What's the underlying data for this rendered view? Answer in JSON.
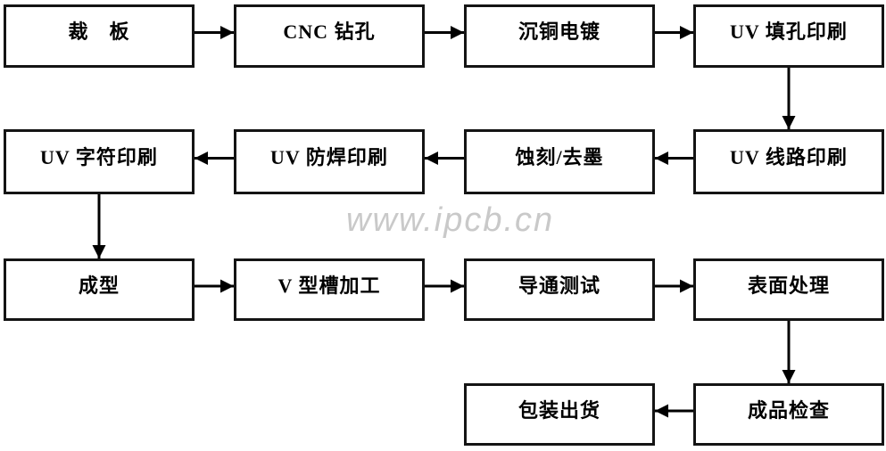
{
  "page": {
    "background": "#ffffff",
    "kind": "PCB manufacturing process flowchart"
  },
  "watermark": {
    "text": "www.ipcb.cn",
    "color": "#c9c9c9"
  },
  "diagram": {
    "type": "flowchart",
    "flow_pattern": "serpentine (row1 left-to-right, row2 right-to-left, row3 left-to-right, row4 right-to-left)",
    "style": {
      "box_fill": "#ffffff",
      "box_border": "#141414",
      "text_color": "#000000",
      "arrow_color": "#000000"
    },
    "nodes": [
      {
        "id": "cut-board",
        "label": "裁　板",
        "row": 1,
        "col": 1
      },
      {
        "id": "cnc-drilling",
        "label": "CNC 钻孔",
        "row": 1,
        "col": 2
      },
      {
        "id": "copper-deposition-plating",
        "label": "沉铜电镀",
        "row": 1,
        "col": 3
      },
      {
        "id": "uv-hole-fill-printing",
        "label": "UV 填孔印刷",
        "row": 1,
        "col": 4
      },
      {
        "id": "uv-legend-printing",
        "label": "UV 字符印刷",
        "row": 2,
        "col": 1
      },
      {
        "id": "uv-soldermask-printing",
        "label": "UV 防焊印刷",
        "row": 2,
        "col": 2
      },
      {
        "id": "etching-ink-stripping",
        "label": "蚀刻/去墨",
        "row": 2,
        "col": 3
      },
      {
        "id": "uv-circuit-printing",
        "label": "UV 线路印刷",
        "row": 2,
        "col": 4
      },
      {
        "id": "forming",
        "label": "成型",
        "row": 3,
        "col": 1
      },
      {
        "id": "v-groove-machining",
        "label": "V 型槽加工",
        "row": 3,
        "col": 2
      },
      {
        "id": "continuity-test",
        "label": "导通测试",
        "row": 3,
        "col": 3
      },
      {
        "id": "surface-finish",
        "label": "表面处理",
        "row": 3,
        "col": 4
      },
      {
        "id": "packing-shipping",
        "label": "包装出货",
        "row": 4,
        "col": 3
      },
      {
        "id": "final-inspection",
        "label": "成品检查",
        "row": 4,
        "col": 4
      }
    ],
    "edges": [
      {
        "from": "cut-board",
        "to": "cnc-drilling"
      },
      {
        "from": "cnc-drilling",
        "to": "copper-deposition-plating"
      },
      {
        "from": "copper-deposition-plating",
        "to": "uv-hole-fill-printing"
      },
      {
        "from": "uv-hole-fill-printing",
        "to": "uv-circuit-printing"
      },
      {
        "from": "uv-circuit-printing",
        "to": "etching-ink-stripping"
      },
      {
        "from": "etching-ink-stripping",
        "to": "uv-soldermask-printing"
      },
      {
        "from": "uv-soldermask-printing",
        "to": "uv-legend-printing"
      },
      {
        "from": "uv-legend-printing",
        "to": "forming"
      },
      {
        "from": "forming",
        "to": "v-groove-machining"
      },
      {
        "from": "v-groove-machining",
        "to": "continuity-test"
      },
      {
        "from": "continuity-test",
        "to": "surface-finish"
      },
      {
        "from": "surface-finish",
        "to": "final-inspection"
      },
      {
        "from": "final-inspection",
        "to": "packing-shipping"
      }
    ]
  }
}
